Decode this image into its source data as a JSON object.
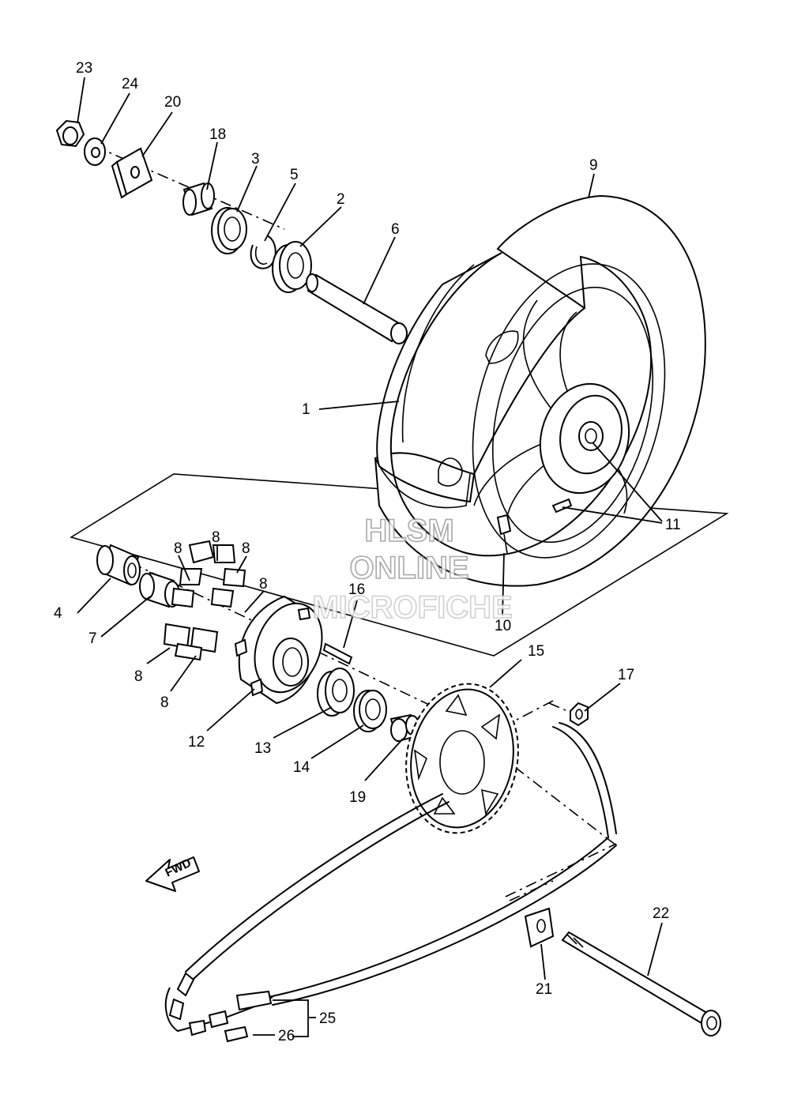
{
  "watermark": {
    "line1": "HLSM",
    "line2": "ONLINE",
    "line3": "MICROFICHE"
  },
  "direction_label": "FWD",
  "callouts": {
    "c1": "1",
    "c2": "2",
    "c3": "3",
    "c4": "4",
    "c5": "5",
    "c6": "6",
    "c7": "7",
    "c8a": "8",
    "c8b": "8",
    "c8c": "8",
    "c8d": "8",
    "c8e": "8",
    "c8f": "8",
    "c9": "9",
    "c10": "10",
    "c11": "11",
    "c12": "12",
    "c13": "13",
    "c14": "14",
    "c15": "15",
    "c16": "16",
    "c17": "17",
    "c18": "18",
    "c19": "19",
    "c20": "20",
    "c21": "21",
    "c22": "22",
    "c23": "23",
    "c24": "24",
    "c25": "25",
    "c26": "26"
  }
}
